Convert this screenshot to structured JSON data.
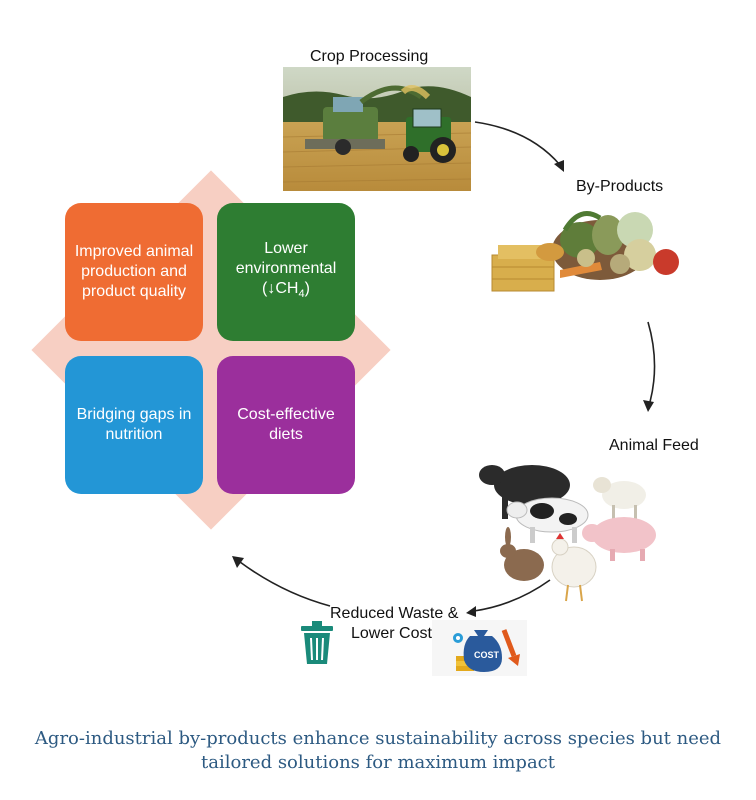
{
  "stages": {
    "crop_processing": "Crop Processing",
    "by_products": "By-Products",
    "animal_feed": "Animal Feed",
    "reduced_waste_line1": "Reduced Waste &",
    "reduced_waste_line2": "Lower Costs"
  },
  "benefits": {
    "top_left": "Improved animal production and product quality",
    "top_right_line1": "Lower environmental",
    "top_right_line2_pre": "(↓CH",
    "top_right_line2_sub": "4",
    "top_right_line2_post": ")",
    "bottom_left": "Bridging gaps in nutrition",
    "bottom_right": "Cost-effective diets"
  },
  "cost_badge": "COST",
  "caption": "Agro-industrial by-products enhance sustainability across species but need tailored solutions for maximum impact",
  "colors": {
    "orange": "#ef6c33",
    "green": "#2e7d32",
    "blue": "#2396d6",
    "purple": "#9b2f9c",
    "diamond": "#f7cfc3",
    "caption": "#2d5a82",
    "trash": "#1a8a7a"
  },
  "icons": [
    "tractor-harvester-photo",
    "produce-hay-pile",
    "cow-icon",
    "sheep-icon",
    "pig-icon",
    "rabbit-icon",
    "chicken-icon",
    "trash-can-icon",
    "money-bag-icon",
    "down-arrow-icon"
  ]
}
